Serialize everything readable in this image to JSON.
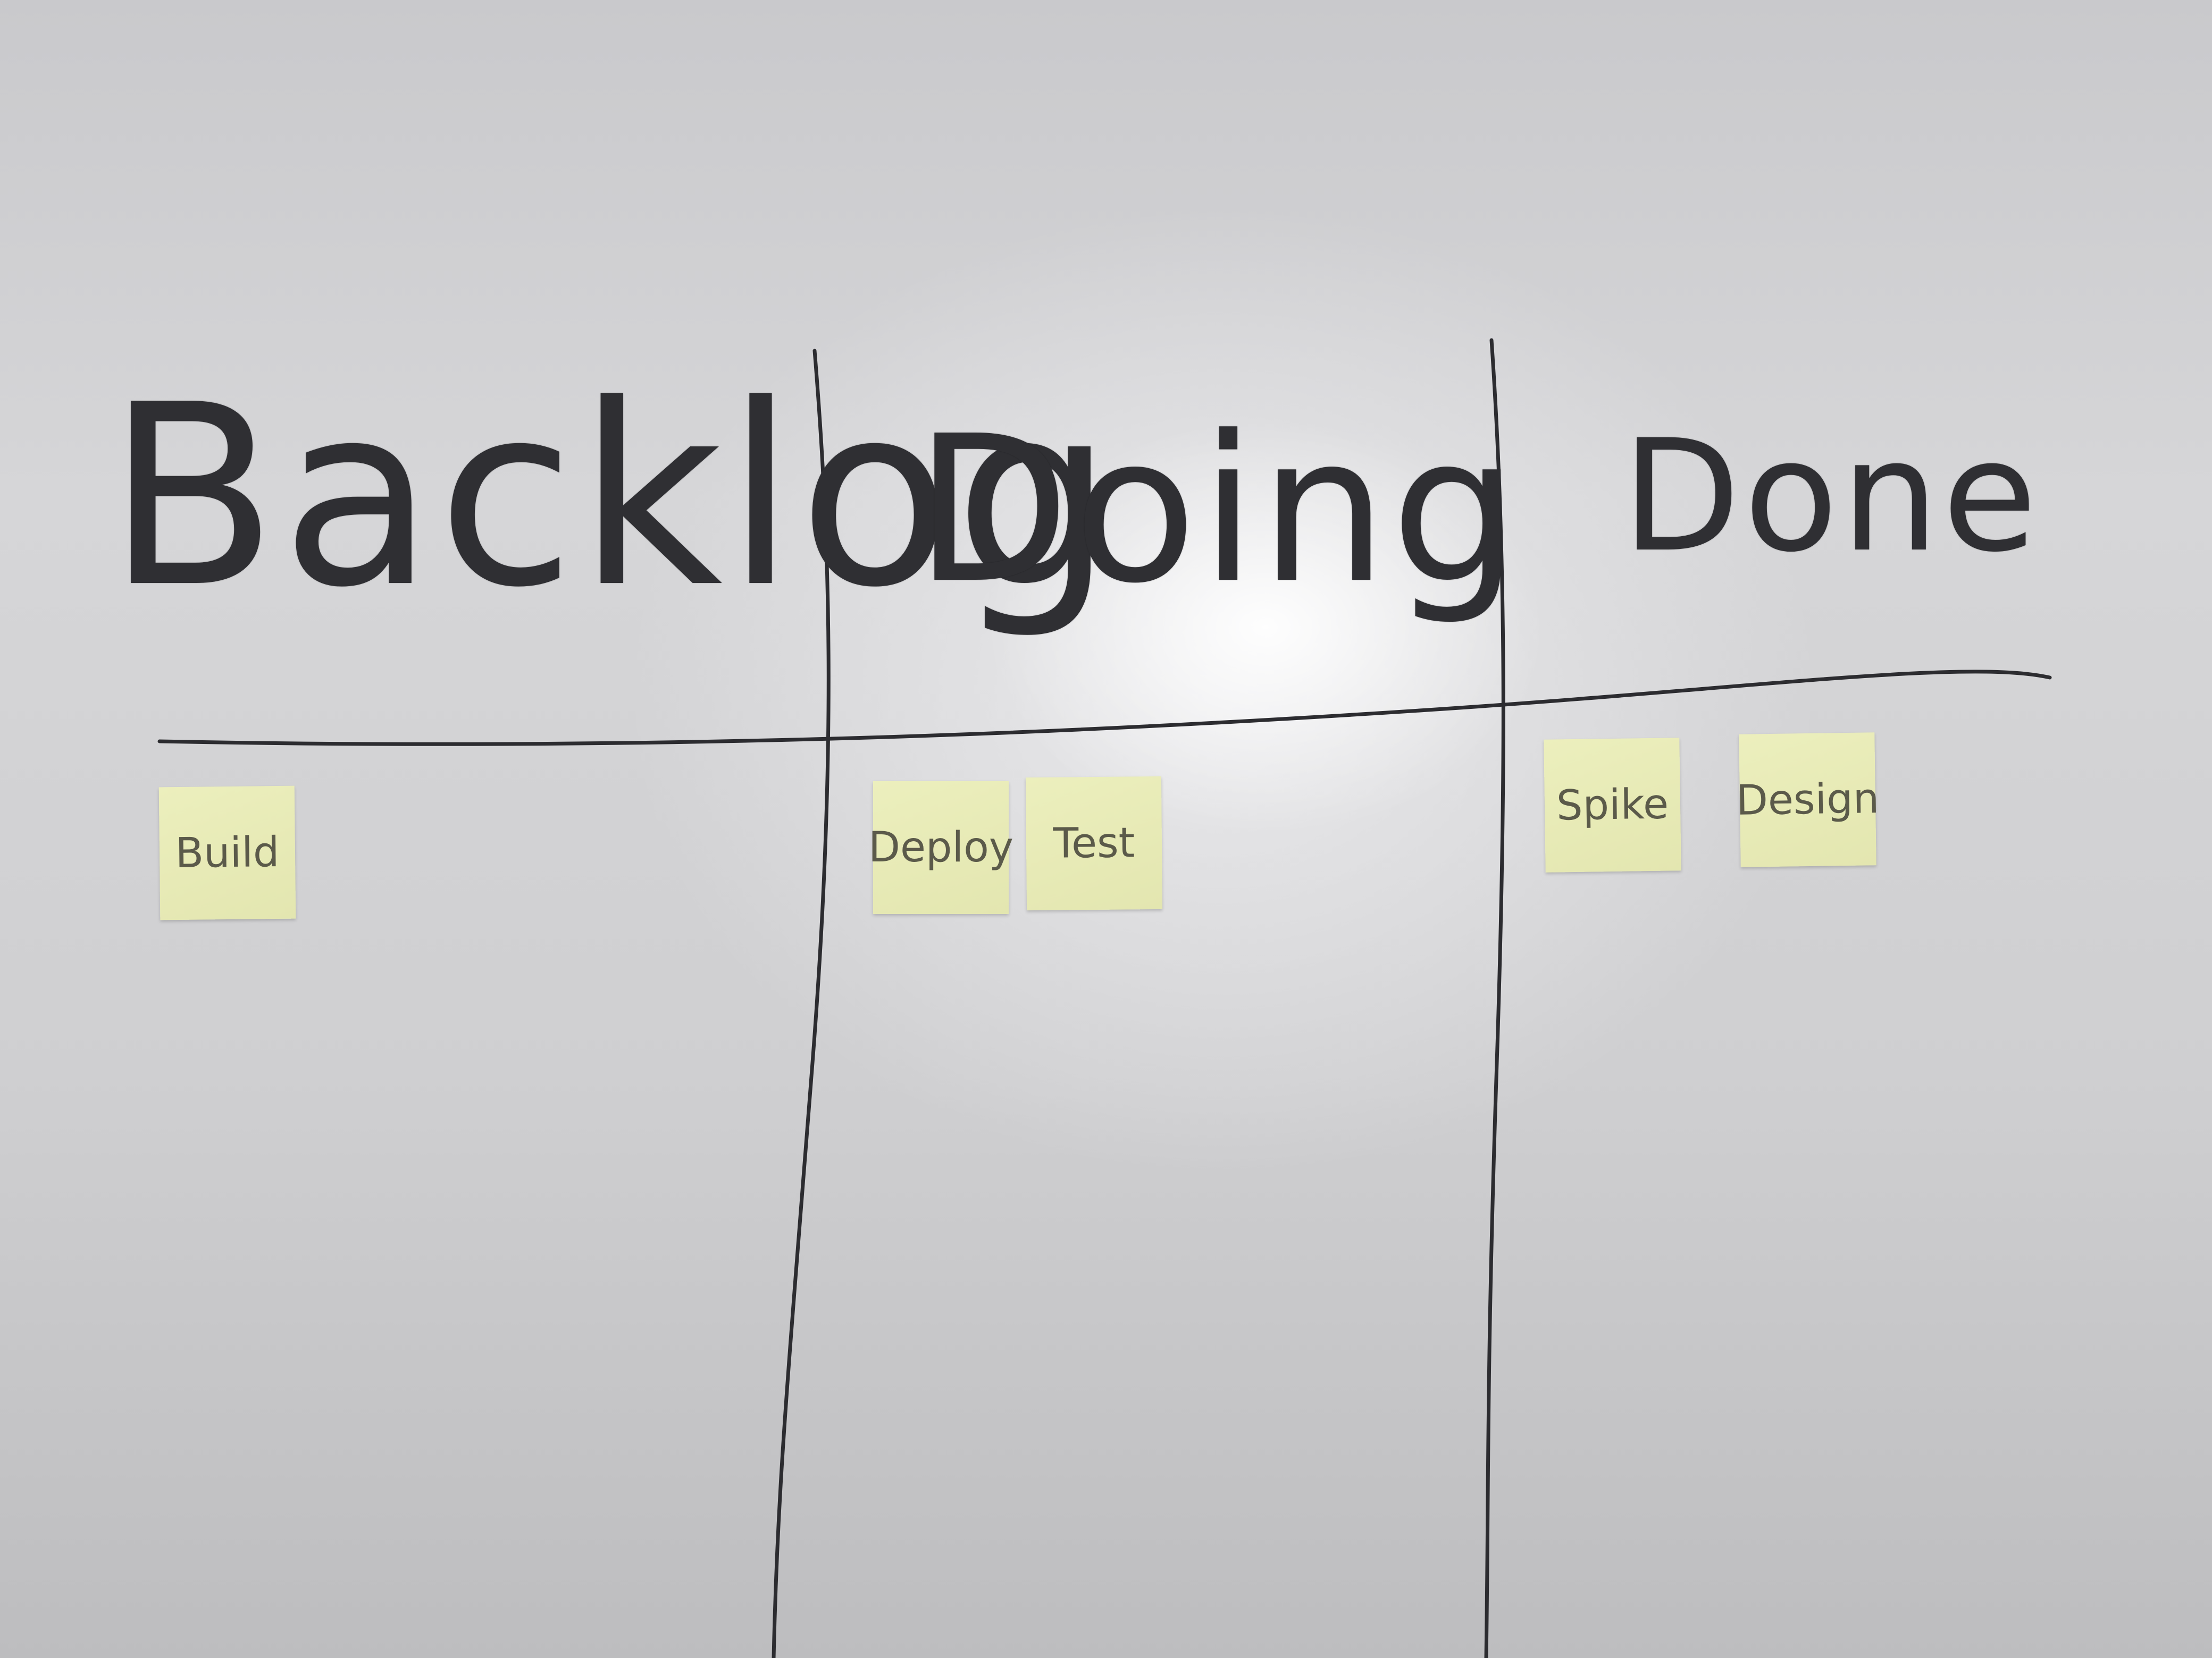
{
  "board": {
    "columns": [
      {
        "heading": "Backlog",
        "notes": [
          "Build"
        ]
      },
      {
        "heading": "Doing",
        "notes": [
          "Deploy",
          "Test"
        ]
      },
      {
        "heading": "Done",
        "notes": [
          "Spike",
          "Design"
        ]
      }
    ]
  },
  "colors": {
    "whiteboard": "#d2d2d4",
    "marker": "#2f2f33",
    "sticky_note": "#e8ebb6",
    "note_ink": "#5b5a4a"
  }
}
